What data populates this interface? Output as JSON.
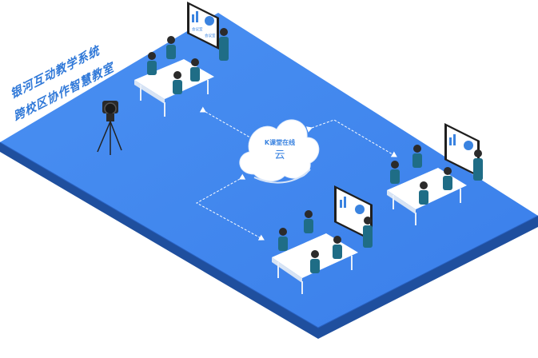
{
  "diagram": {
    "title_line1": "银河互动教学系统",
    "title_line2": "跨校区协作智慧教室",
    "cloud": {
      "brand": "K课堂在线",
      "label": "云"
    },
    "screen": {
      "card1": "会议室",
      "card2": "会议室"
    },
    "colors": {
      "floor": "#3e86ef",
      "floor_edge": "#2a63c4",
      "floor_side": "#1f4f9e",
      "cloud": "#ffffff",
      "cloud_text": "#3a83e0",
      "arrow": "#ffffff",
      "uniform": "#1f6d86",
      "desk": "#ffffff",
      "title": "#2f78d8"
    },
    "icons": [
      "camera-icon",
      "cloud-icon",
      "screen-icon",
      "person-icon"
    ]
  }
}
